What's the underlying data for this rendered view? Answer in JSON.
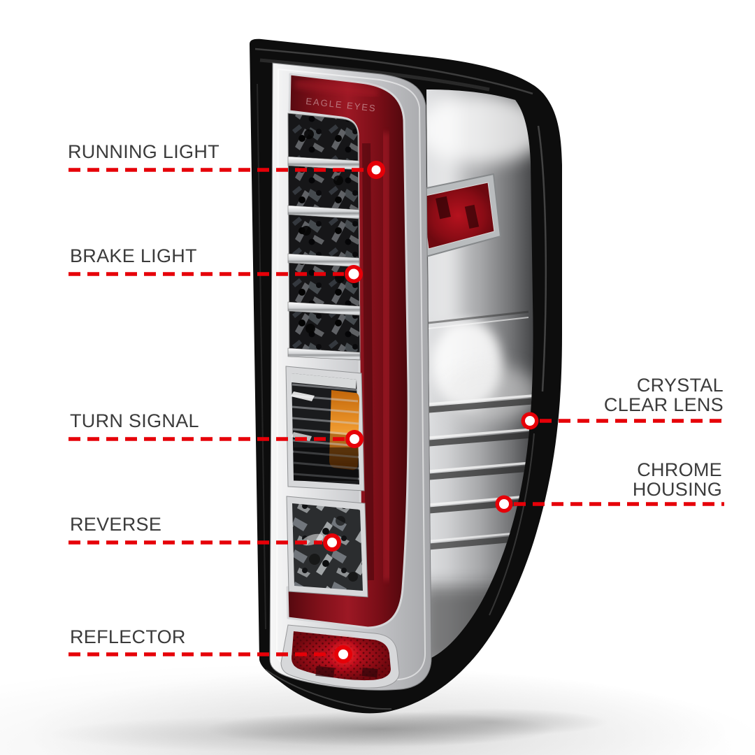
{
  "image": {
    "description": "Chrome housing LED tail light product photo annotated with feature callouts",
    "background_color": "#ffffff"
  },
  "annotations": {
    "line_color": "#e60008",
    "marker_fill": "#e60008",
    "marker_center": "#ffffff",
    "text_color": "#3b3b3b",
    "left": [
      {
        "label": "RUNNING LIGHT"
      },
      {
        "label": "BRAKE LIGHT"
      },
      {
        "label": "TURN SIGNAL"
      },
      {
        "label": "REVERSE"
      },
      {
        "label": "REFLECTOR"
      }
    ],
    "right": [
      {
        "label": "CRYSTAL\nCLEAR LENS"
      },
      {
        "label": "CHROME\nHOUSING"
      }
    ]
  },
  "product": {
    "molded_text": "EAGLE EYES",
    "colors": {
      "lens_red_stripe": "#9c1824",
      "reflector_red": "#a00d18",
      "amber": "#e89026",
      "chrome_light": "#dfe0e2",
      "housing_black": "#0d0d0d"
    }
  }
}
